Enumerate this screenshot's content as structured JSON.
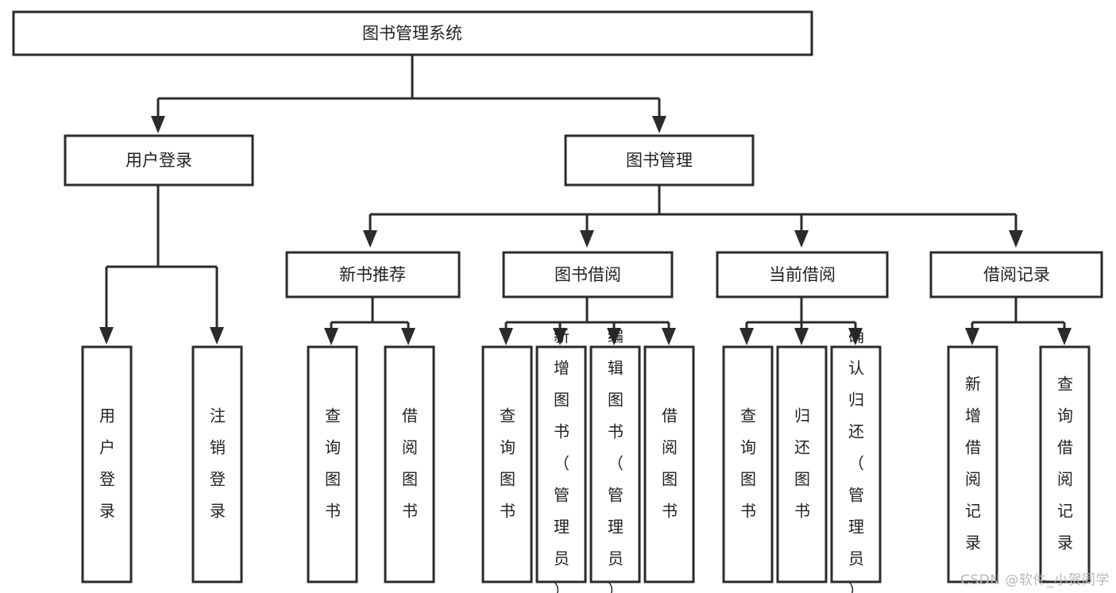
{
  "diagram": {
    "type": "tree-hierarchy",
    "title": "图书管理系统",
    "colors": {
      "stroke": "#2b2b2b",
      "fill": "#ffffff",
      "text": "#222222",
      "watermark": "#b9b9b9",
      "background": "#ffffff"
    },
    "root": {
      "label": "图书管理系统"
    },
    "level2": [
      {
        "label": "用户登录"
      },
      {
        "label": "图书管理"
      }
    ],
    "level3": [
      {
        "label": "新书推荐"
      },
      {
        "label": "图书借阅"
      },
      {
        "label": "当前借阅"
      },
      {
        "label": "借阅记录"
      }
    ],
    "leaves": {
      "user_login": [
        {
          "label": "用户登录"
        },
        {
          "label": "注销登录"
        }
      ],
      "new_book_recommend": [
        {
          "label": "查询图书"
        },
        {
          "label": "借阅图书"
        }
      ],
      "book_borrow": [
        {
          "label": "查询图书"
        },
        {
          "label": "新增图书（管理员）"
        },
        {
          "label": "编辑图书（管理员）"
        },
        {
          "label": "借阅图书"
        }
      ],
      "current_borrow": [
        {
          "label": "查询图书"
        },
        {
          "label": "归还图书"
        },
        {
          "label": "确认归还（管理员）"
        }
      ],
      "borrow_record": [
        {
          "label": "新增借阅记录"
        },
        {
          "label": "查询借阅记录"
        }
      ]
    },
    "watermark": "CSDN @软件_小贺同学"
  }
}
